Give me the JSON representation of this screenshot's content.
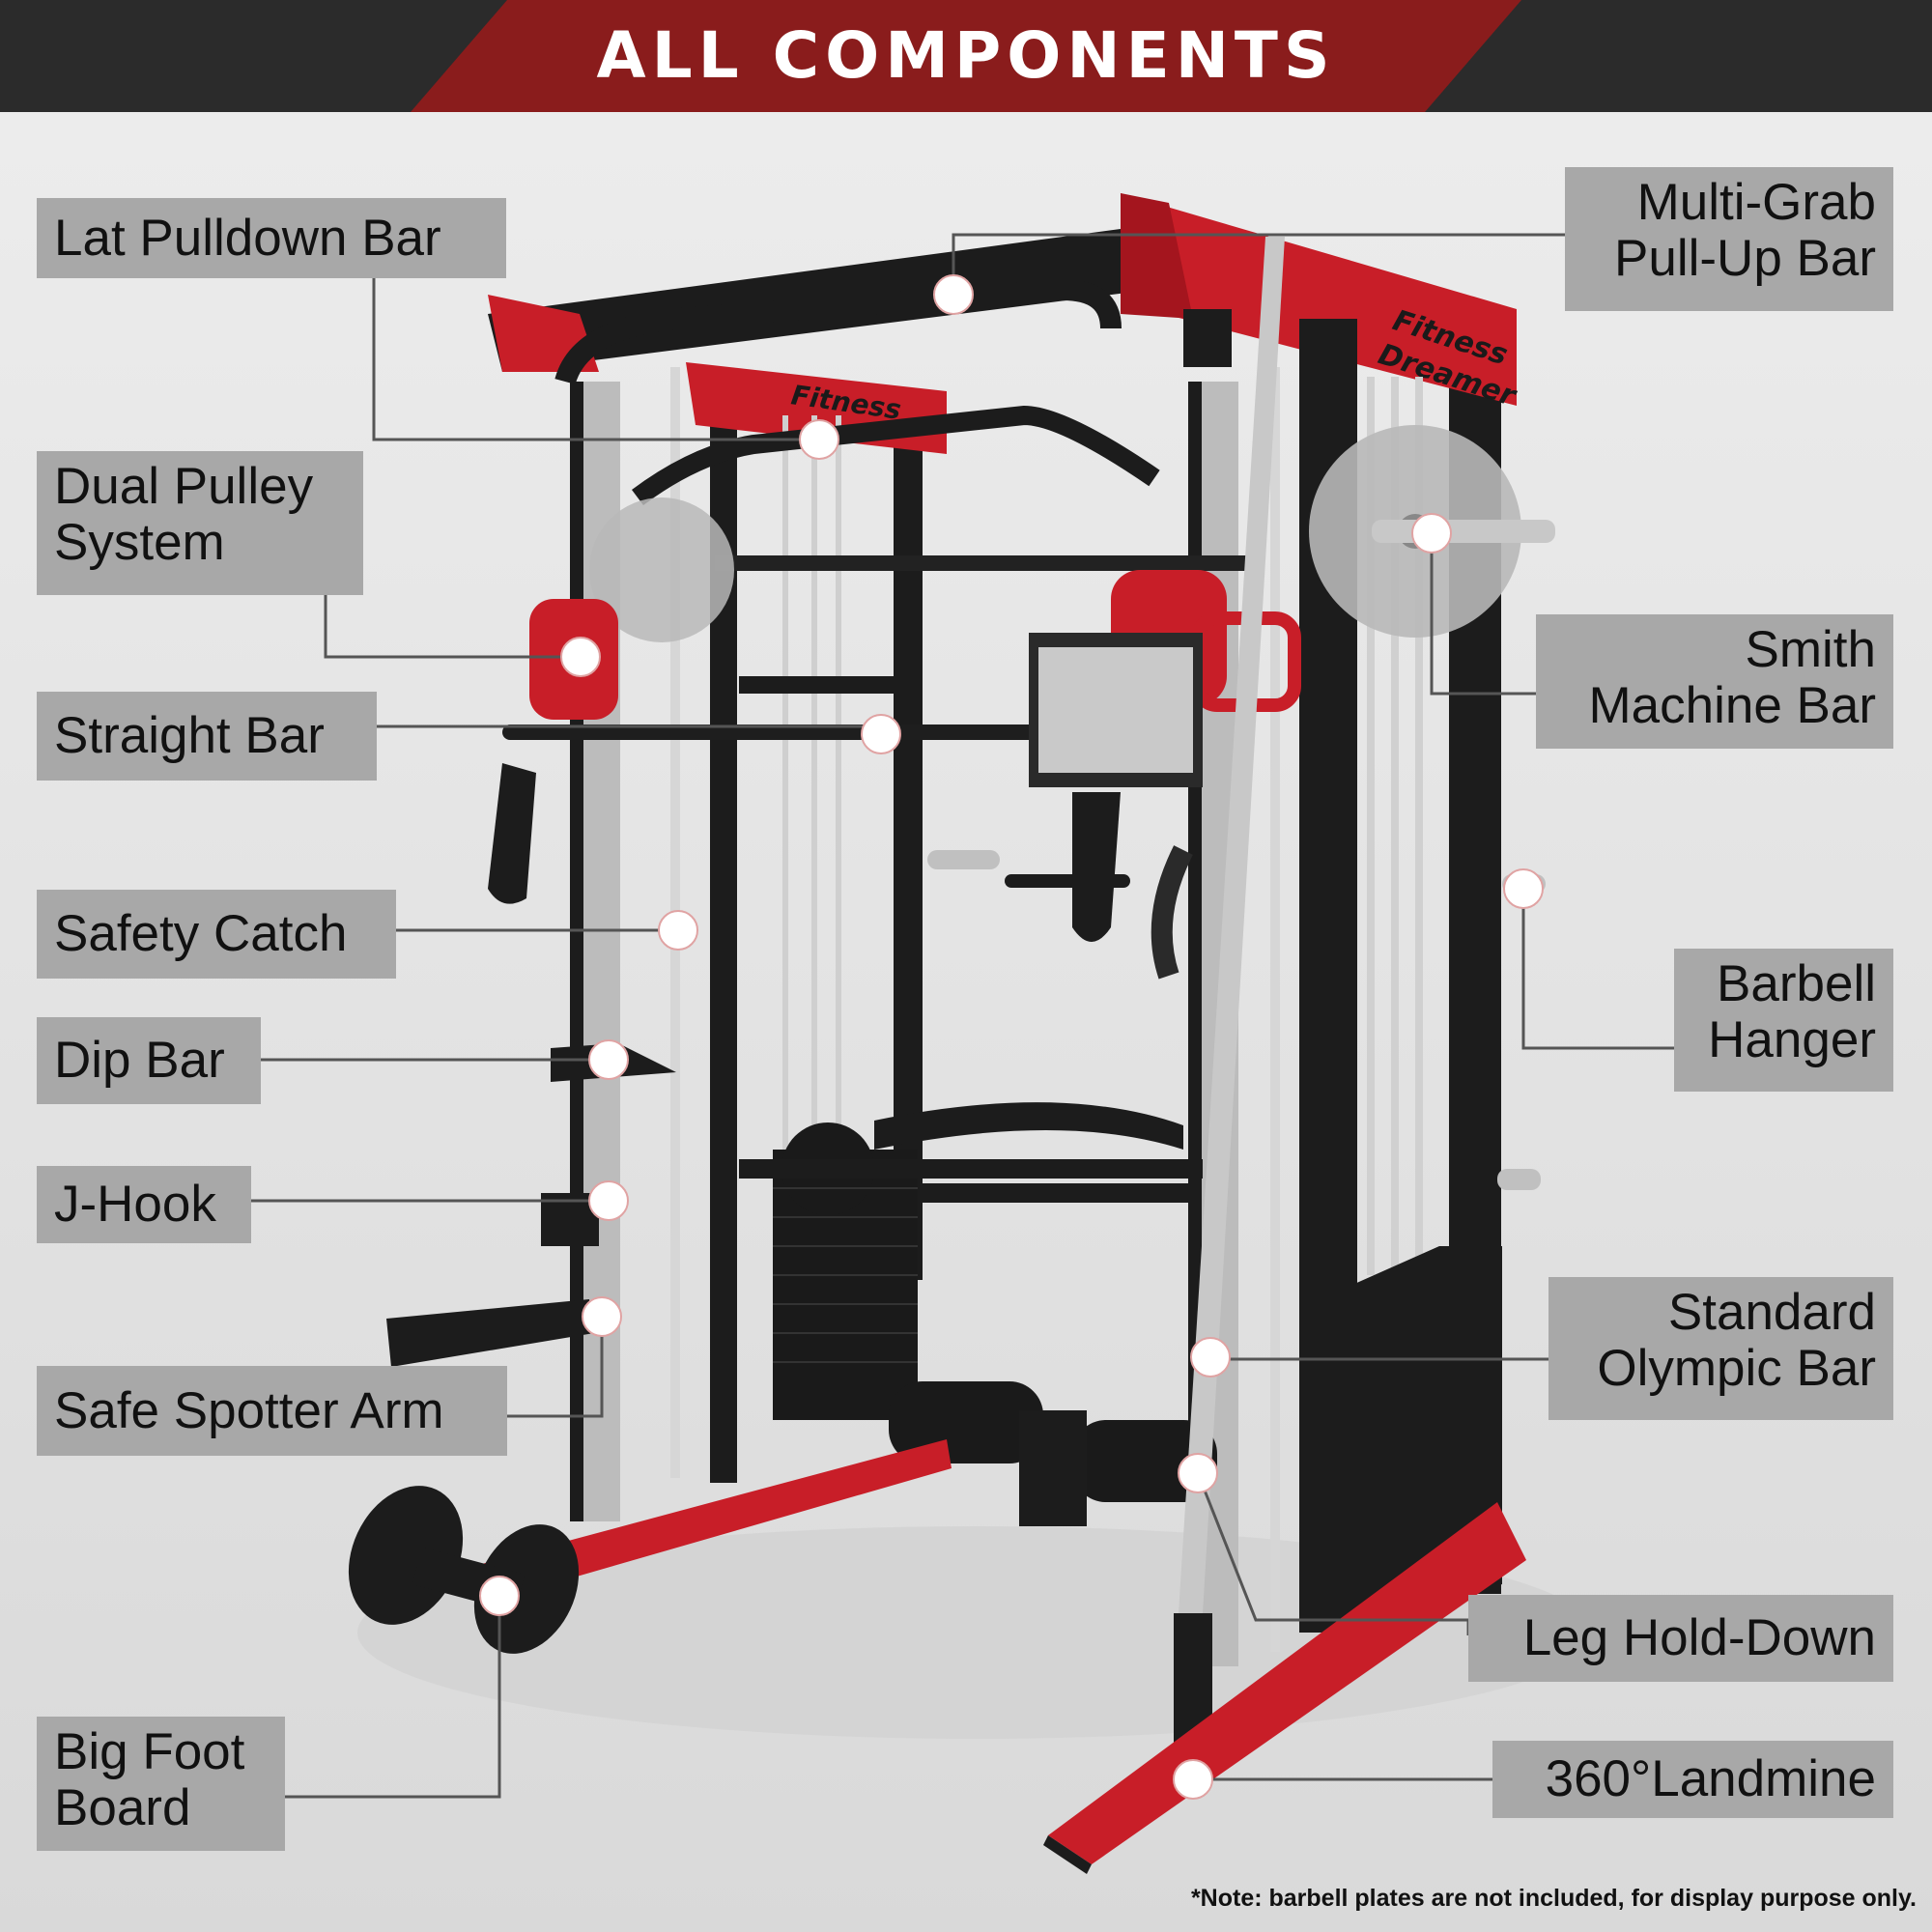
{
  "header": {
    "title": "ALL COMPONENTS"
  },
  "brand": {
    "line1": "Fitness",
    "line2": "Dreamer"
  },
  "labels": {
    "lat_pulldown_bar": "Lat Pulldown Bar",
    "dual_pulley_system": "Dual Pulley\nSystem",
    "straight_bar": "Straight Bar",
    "safety_catch": "Safety Catch",
    "dip_bar": "Dip Bar",
    "j_hook": "J-Hook",
    "safe_spotter_arm": "Safe Spotter Arm",
    "big_foot_board": "Big Foot\nBoard",
    "multi_grab_pullup_bar": "Multi-Grab\nPull-Up Bar",
    "smith_machine_bar": "Smith\nMachine Bar",
    "barbell_hanger": "Barbell\nHanger",
    "standard_olympic_bar": "Standard\nOlympic Bar",
    "leg_hold_down": "Leg Hold-Down",
    "landmine_360": "360°Landmine"
  },
  "note": "*Note: barbell plates are not included, for display purpose only.",
  "colors": {
    "frame_black": "#1c1c1c",
    "frame_red": "#c81e28",
    "header_red": "#8a1c1c",
    "label_gray": "#a8a8a8"
  }
}
